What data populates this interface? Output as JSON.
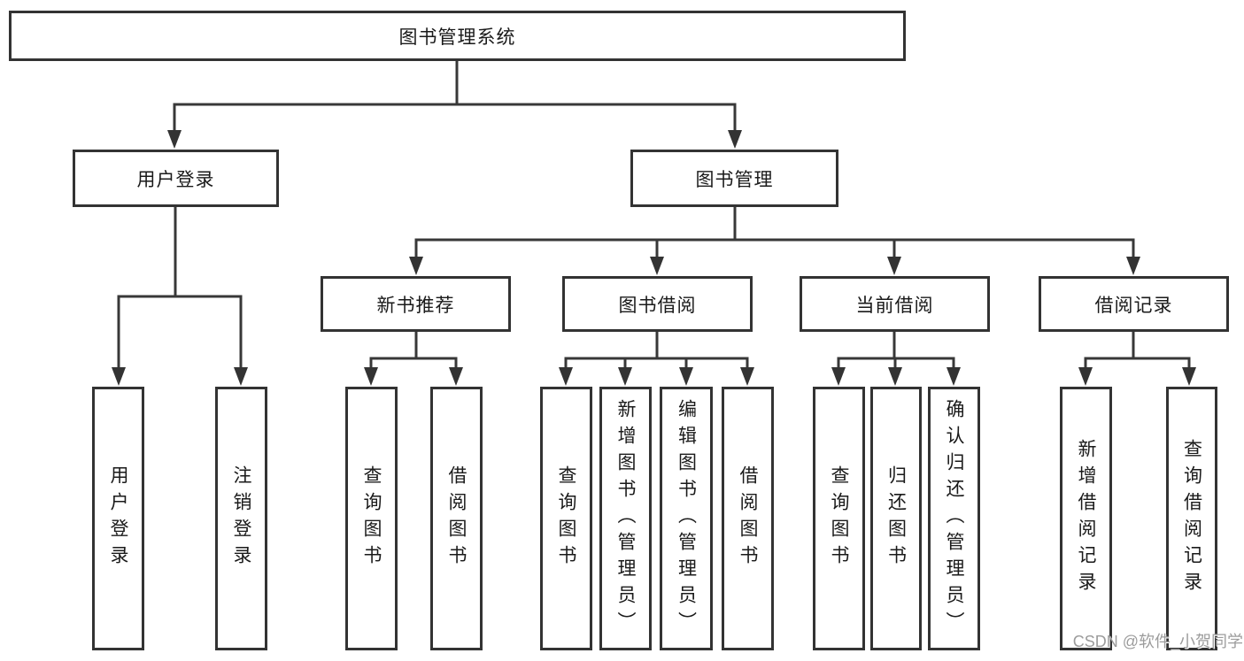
{
  "root": {
    "label": "图书管理系统"
  },
  "level2": {
    "user_login": {
      "label": "用户登录",
      "children": [
        {
          "label": "用户登录"
        },
        {
          "label": "注销登录"
        }
      ]
    },
    "book_mgmt": {
      "label": "图书管理"
    }
  },
  "level3": [
    {
      "label": "新书推荐",
      "children": [
        {
          "label": "查询图书"
        },
        {
          "label": "借阅图书"
        }
      ]
    },
    {
      "label": "图书借阅",
      "children": [
        {
          "label": "查询图书"
        },
        {
          "label": "新增图书（管理员）"
        },
        {
          "label": "编辑图书（管理员）"
        },
        {
          "label": "借阅图书"
        }
      ]
    },
    {
      "label": "当前借阅",
      "children": [
        {
          "label": "查询图书"
        },
        {
          "label": "归还图书"
        },
        {
          "label": "确认归还（管理员）"
        }
      ]
    },
    {
      "label": "借阅记录",
      "children": [
        {
          "label": "新增借阅记录"
        },
        {
          "label": "查询借阅记录"
        }
      ]
    }
  ],
  "watermark": {
    "text": "CSDN @软件_小贺同学"
  },
  "colors": {
    "border": "#333333",
    "line": "#383838",
    "text": "#1a1a1a",
    "watermark": "#9c9c9c",
    "background": "#ffffff"
  }
}
